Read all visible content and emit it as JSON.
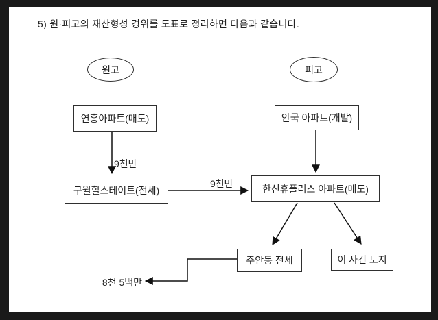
{
  "page": {
    "title": "5) 원·피고의 재산형성 경위를 도표로 정리하면 다음과 같습니다."
  },
  "diagram": {
    "actors": {
      "plaintiff": "원고",
      "defendant": "피고"
    },
    "nodes": {
      "yeonheung": "연흥아파트(매도)",
      "anguk": "안국 아파트(개발)",
      "guwol": "구월힐스테이트(전세)",
      "hanshin": "한신휴플러스 아파트(매도)",
      "juan": "주안동 전세",
      "land": "이 사건 토지"
    },
    "edge_labels": {
      "ninety_million_vertical": "9천만",
      "ninety_million_horizontal": "9천만",
      "eighty_five_million": "8천 5백만"
    },
    "colors": {
      "frame": "#1a1a1a",
      "page_background": "#ffffff",
      "line": "#111111",
      "text": "#222222"
    }
  }
}
